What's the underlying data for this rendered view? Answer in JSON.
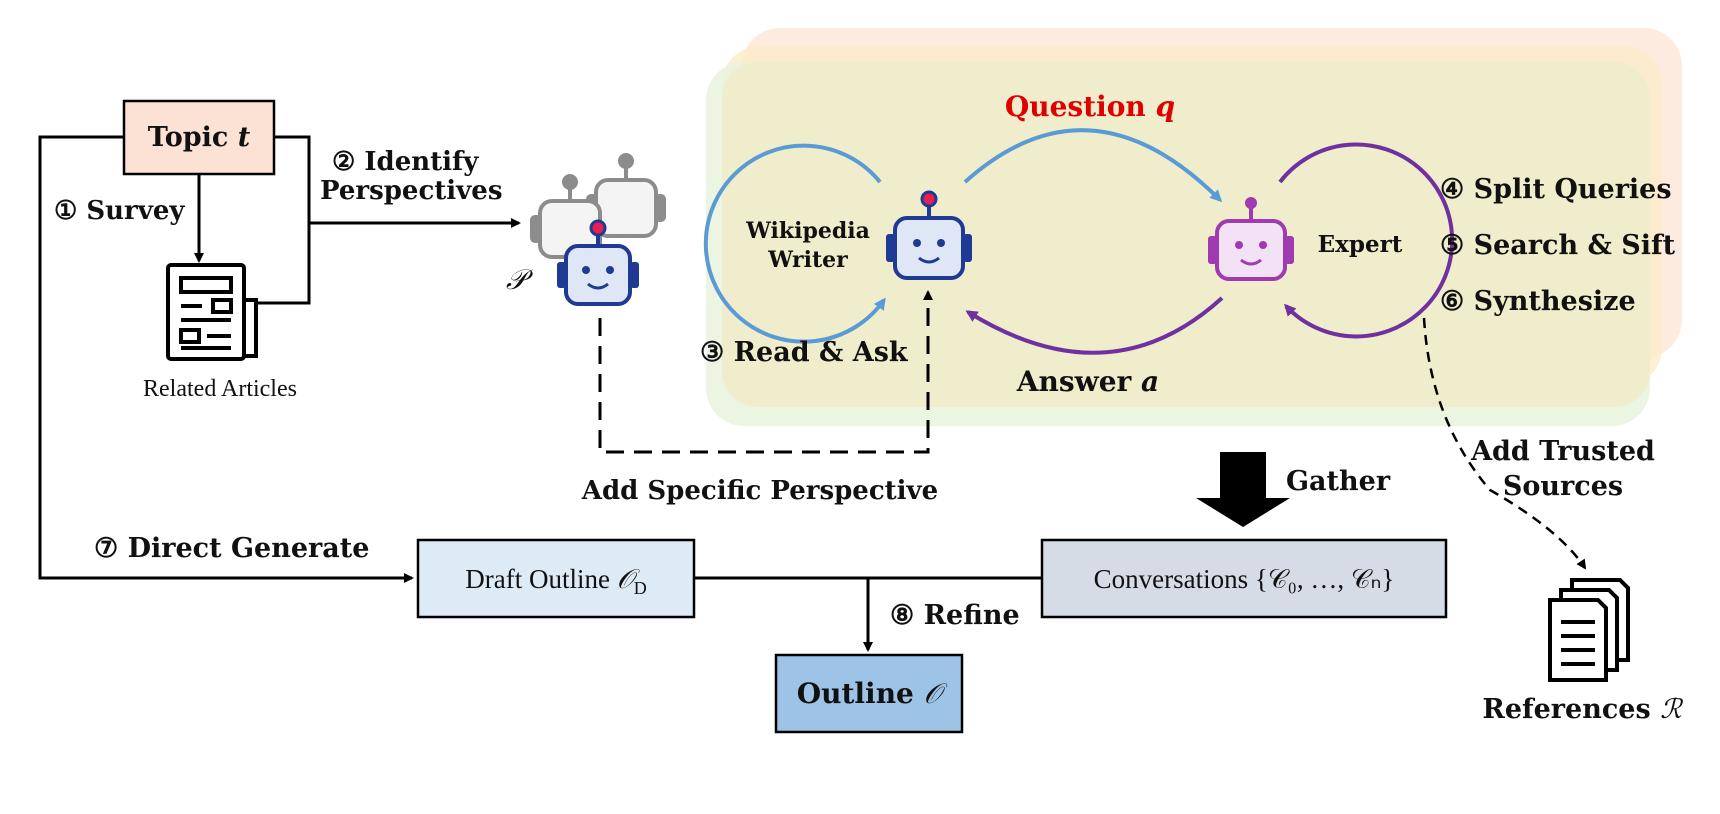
{
  "topic": {
    "label": "Topic",
    "var": "t"
  },
  "steps": {
    "survey": "① Survey",
    "identify_line1": "② Identify",
    "identify_line2": "Perspectives",
    "read_ask": "③ Read & Ask",
    "split": "④ Split Queries",
    "search": "⑤ Search & Sift",
    "synthesize": "⑥ Synthesize",
    "direct": "⑦ Direct Generate",
    "refine": "⑧ Refine"
  },
  "related_articles": "Related Articles",
  "perspectives_symbol": "𝒫",
  "writer_line1": "Wikipedia",
  "writer_line2": "Writer",
  "expert": "Expert",
  "question": {
    "label": "Question",
    "var": "q"
  },
  "answer": {
    "label": "Answer",
    "var": "a"
  },
  "add_specific": "Add Specific Perspective",
  "gather": "Gather",
  "add_trusted_line1": "Add Trusted",
  "add_trusted_line2": "Sources",
  "draft_outline": {
    "label": "Draft Outline",
    "symbol": "𝒪",
    "sub": "D"
  },
  "conversations": "Conversations {𝒞₀, …, 𝒞ₙ}",
  "outline": {
    "label": "Outline",
    "symbol": "𝒪"
  },
  "references": {
    "label": "References",
    "symbol": "ℛ"
  },
  "colors": {
    "topic_fill": "#fbe2d5",
    "draft_fill": "#ddebf7",
    "conversations_fill": "#d6dce5",
    "outline_fill": "#9dc3e6",
    "writer_arc": "#5b9bd5",
    "expert_arc": "#7030a0",
    "question": "#e00000",
    "bot_main": "#1f3a93",
    "bot_expert": "#a03ab0",
    "bot_ghost": "#8c8c8c"
  }
}
